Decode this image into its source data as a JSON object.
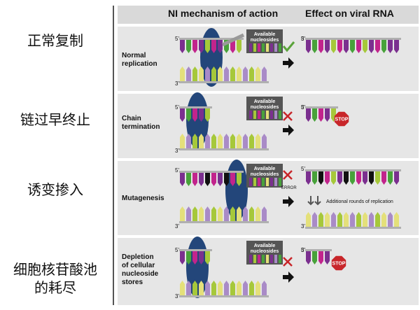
{
  "header": {
    "col1": "NI mechanism of action",
    "col2": "Effect on viral RNA"
  },
  "left_labels": [
    {
      "text": "正常复制"
    },
    {
      "text": "链过早终止"
    },
    {
      "text": "诱变掺入"
    },
    {
      "text": "细胞核苷酸池\n的耗尽"
    }
  ],
  "rows": [
    {
      "label": "Normal\nreplication",
      "box": "Available\nnucleosides",
      "outcome": "check"
    },
    {
      "label": "Chain\ntermination",
      "box": "Available\nnucleosides",
      "outcome": "stop"
    },
    {
      "label": "Mutagenesis",
      "box": "Available\nnucleosides",
      "outcome": "error",
      "error_text": "ERROR",
      "additional_text": "Additional rounds of replication"
    },
    {
      "label": "Depletion\nof cellular\nnucleoside\nstores",
      "box": "Available\nnucleosides",
      "outcome": "stop"
    }
  ],
  "strand_labels": {
    "five_prime": "5'",
    "three_prime": "3'"
  },
  "stop_text": "STOP",
  "colors": {
    "purple": "#7b2f8f",
    "magenta": "#c2248c",
    "green": "#48a23a",
    "lime": "#a6c83a",
    "yellow": "#e4e07a",
    "lavender": "#a98bc7",
    "dark": "#111111",
    "polymerase": "#23467a",
    "backbone": "#b0b0b0",
    "check": "#5aa33a",
    "cross": "#c8262a",
    "stop": "#c8262a"
  }
}
